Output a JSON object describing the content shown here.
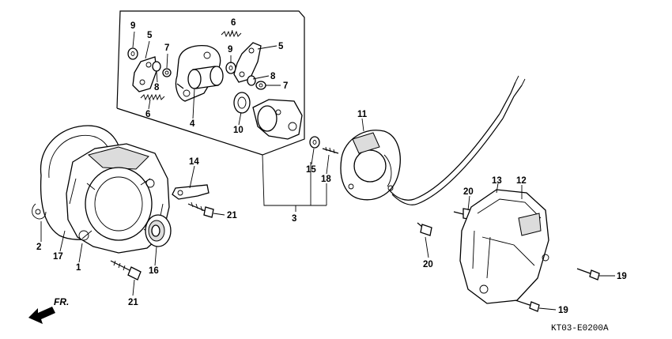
{
  "callouts": [
    "1",
    "2",
    "3",
    "4",
    "5",
    "5",
    "6",
    "6",
    "7",
    "7",
    "8",
    "8",
    "9",
    "9",
    "10",
    "11",
    "12",
    "13",
    "14",
    "15",
    "16",
    "17",
    "18",
    "19",
    "19",
    "20",
    "20",
    "21",
    "21"
  ],
  "direction_label": "FR.",
  "diagram_code": "KT03-E0200A"
}
